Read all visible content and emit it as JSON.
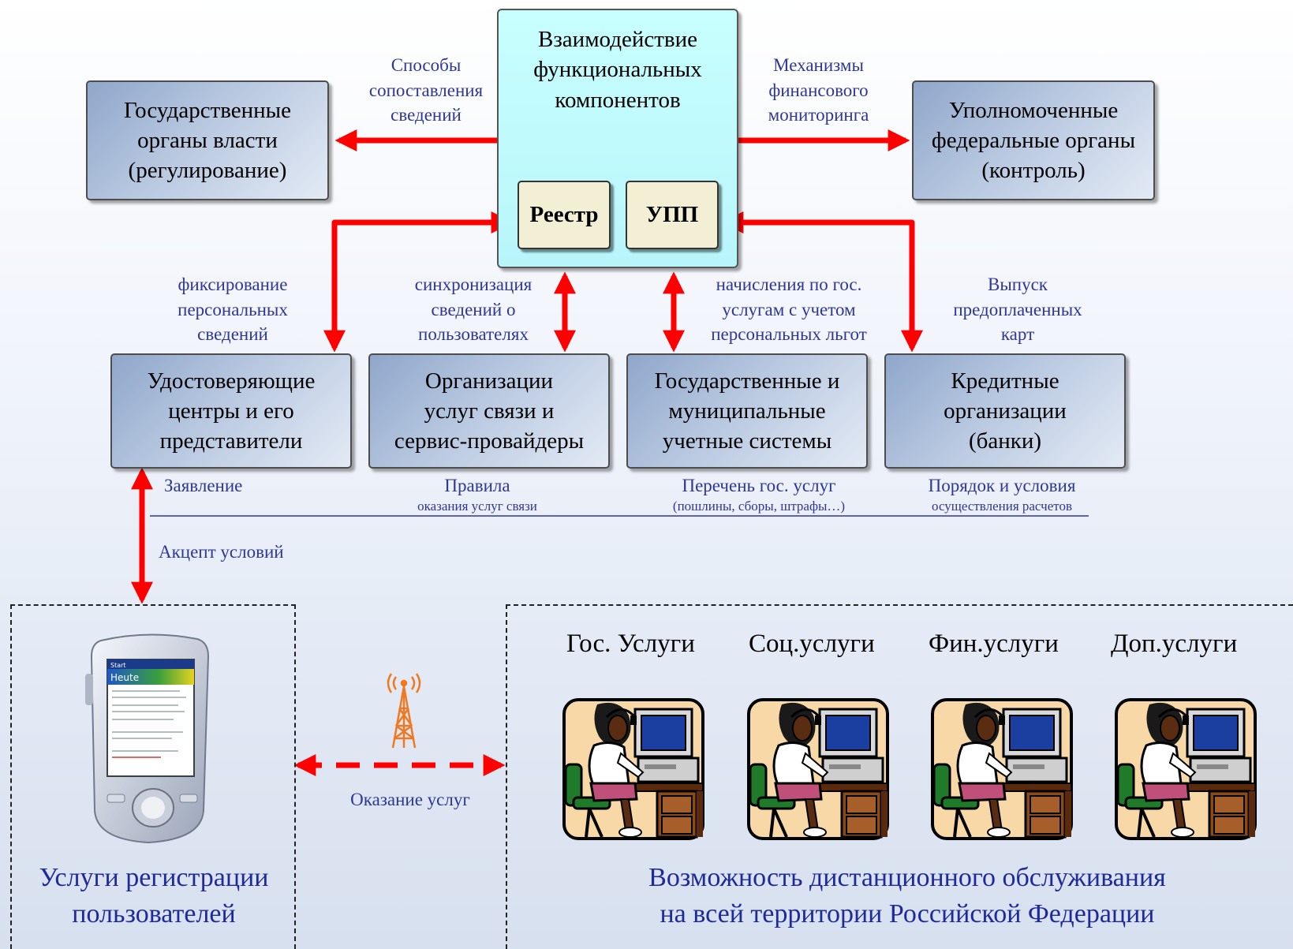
{
  "center": {
    "title_lines": [
      "Взаимодействие",
      "функциональных",
      "компонентов"
    ],
    "registry": "Реестр",
    "upp": "УПП"
  },
  "top_boxes": {
    "left": [
      "Государственные",
      "органы власти",
      "(регулирование)"
    ],
    "right": [
      "Уполномоченные",
      "федеральные органы",
      "(контроль)"
    ]
  },
  "top_labels": {
    "left": [
      "Способы",
      "сопоставления",
      "сведений"
    ],
    "right": [
      "Механизмы",
      "финансового",
      "мониторинга"
    ]
  },
  "mid_labels": [
    [
      "фиксирование",
      "персональных",
      "сведений"
    ],
    [
      "синхронизация",
      "сведений о",
      "пользователях"
    ],
    [
      "начисления по гос.",
      "услугам с учетом",
      "персональных льгот"
    ],
    [
      "Выпуск",
      "предоплаченных",
      "карт"
    ]
  ],
  "bottom_boxes": [
    [
      "Удостоверяющие",
      "центры и его",
      "представители"
    ],
    [
      "Организации",
      "услуг связи и",
      "сервис-провайдеры"
    ],
    [
      "Государственные и",
      "муниципальные",
      "учетные системы"
    ],
    [
      "Кредитные",
      "организации",
      "(банки)"
    ]
  ],
  "docs": {
    "statement": "Заявление",
    "rules": [
      "Правила",
      "оказания услуг связи"
    ],
    "list": [
      "Перечень гос. услуг",
      "(пошлины, сборы, штрафы…)"
    ],
    "order": [
      "Порядок и условия",
      "осуществления расчетов"
    ]
  },
  "accept": "Акцепт условий",
  "service_delivery": "Оказание услуг",
  "services": [
    "Гос. Услуги",
    "Соц.услуги",
    "Фин.услуги",
    "Доп.услуги"
  ],
  "left_caption": [
    "Услуги регистрации",
    "пользователей"
  ],
  "right_caption": [
    "Возможность дистанционного обслуживания",
    "на всей территории Российской Федерации"
  ],
  "device_screen": {
    "app": "Heute",
    "start": "Start"
  },
  "colors": {
    "arrow": "#ff0000",
    "label": "#2f3796",
    "caption": "#1f2a9a"
  }
}
